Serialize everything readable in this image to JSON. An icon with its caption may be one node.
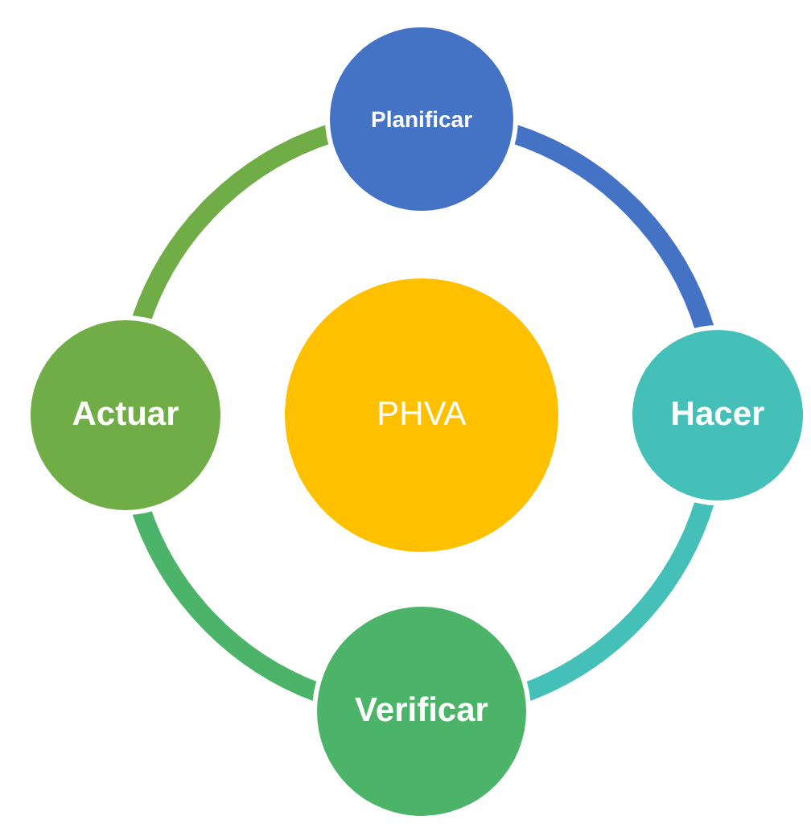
{
  "diagram": {
    "nodes": [
      {
        "text": [
          "Planificar"
        ]
      },
      {
        "text": [
          "Hacer"
        ]
      },
      {
        "text": [
          "Verificar"
        ]
      },
      {
        "text": [
          "Actuar"
        ]
      },
      {
        "text": [
          "PHVA"
        ]
      }
    ],
    "edges": [
      {
        "from": 0,
        "to": 1,
        "arrow": "none",
        "color": "#4472c4"
      },
      {
        "from": 1,
        "to": 2,
        "arrow": "none",
        "color": "#45c0b9"
      },
      {
        "from": 2,
        "to": 3,
        "arrow": "none",
        "color": "#4bb469"
      },
      {
        "from": 3,
        "to": 0,
        "arrow": "none",
        "color": "#70ad47"
      }
    ]
  }
}
